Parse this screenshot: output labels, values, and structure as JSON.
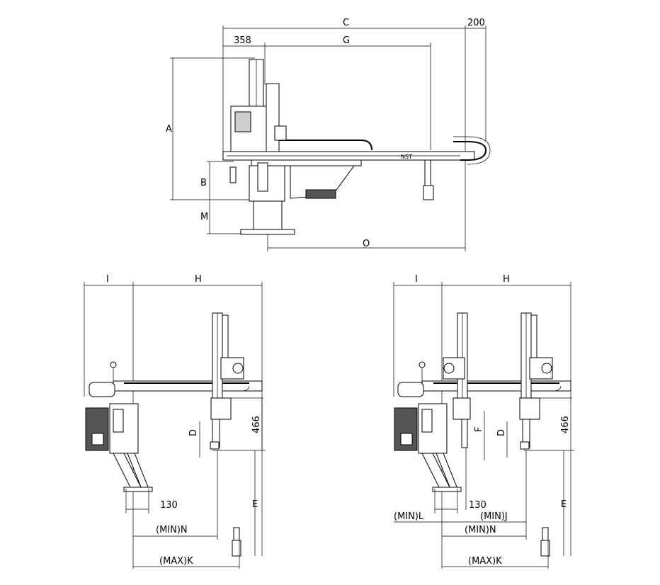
{
  "top_view": {
    "labels": {
      "C": "C",
      "d200": "200",
      "d358": "358",
      "G": "G",
      "A": "A",
      "B": "B",
      "M": "M",
      "O": "O"
    }
  },
  "left_view": {
    "labels": {
      "I": "I",
      "H": "H",
      "D": "D",
      "d466": "466",
      "d130": "130",
      "E": "E",
      "N": "(MIN)N",
      "K": "(MAX)K"
    }
  },
  "right_view": {
    "labels": {
      "I": "I",
      "H": "H",
      "F": "F",
      "D": "D",
      "d466": "466",
      "d130": "130",
      "E": "E",
      "L": "(MIN)L",
      "J": "(MIN)J",
      "N": "(MIN)N",
      "K": "(MAX)K"
    }
  }
}
